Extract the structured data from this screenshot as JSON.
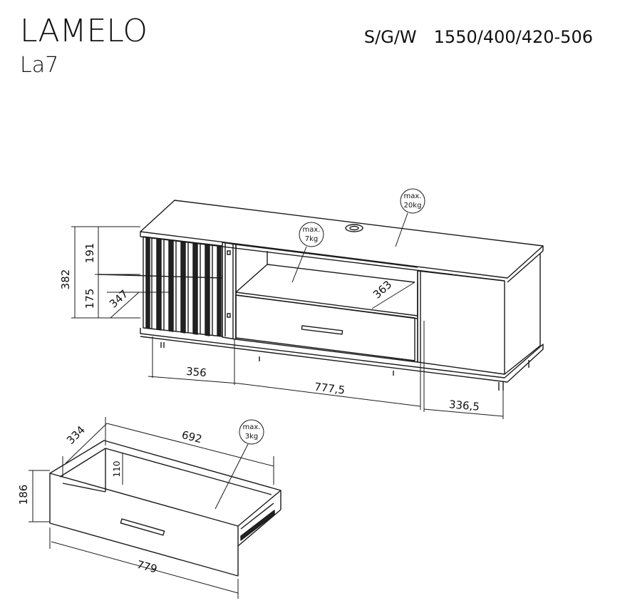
{
  "header": {
    "product_name": "LAMELO",
    "model_code": "La7",
    "dimension_key": "S/G/W",
    "dimension_values": "1550/400/420-506"
  },
  "cabinet": {
    "dim_height_total": "382",
    "dim_height_upper": "191",
    "dim_height_lower": "175",
    "dim_shelf_depth": "347",
    "dim_inner_depth": "363",
    "dim_left_width": "356",
    "dim_middle_width": "777,5",
    "dim_right_width": "336,5",
    "load_top": [
      "max.",
      "20kg"
    ],
    "load_shelf": [
      "max.",
      "7kg"
    ]
  },
  "drawer": {
    "dim_depth": "334",
    "dim_inner_width": "692",
    "dim_inner_height": "110",
    "dim_front_height": "186",
    "dim_front_width": "779",
    "load": [
      "max.",
      "3kg"
    ]
  }
}
